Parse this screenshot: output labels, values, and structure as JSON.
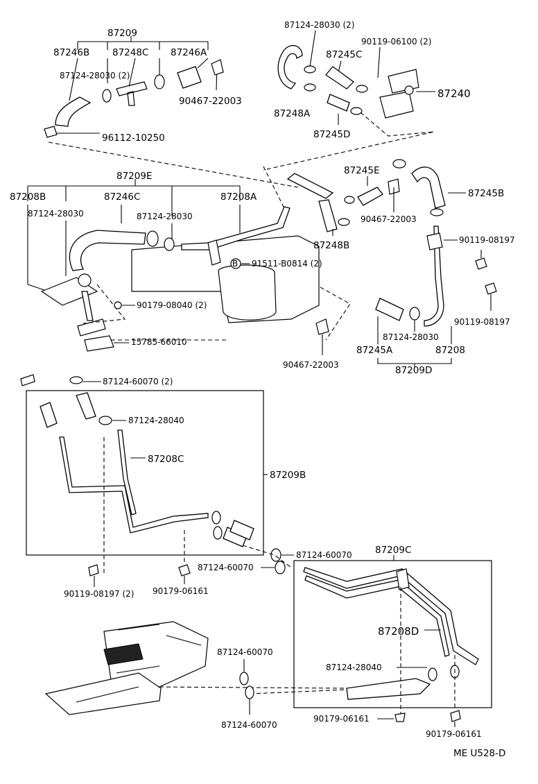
{
  "callouts": {
    "n87209": "87209",
    "n87246B": "87246B",
    "n87248C": "87248C",
    "n87246A": "87246A",
    "n87124_28030_2_a": "87124-28030 (2)",
    "n90467_22003_a": "90467-22003",
    "n96112_10250": "96112-10250",
    "n87124_28030_2_b": "87124-28030 (2)",
    "n90119_06100_2": "90119-06100 (2)",
    "n87245C": "87245C",
    "n87240": "87240",
    "n87248A": "87248A",
    "n87245D": "87245D",
    "n87209E": "87209E",
    "n87208B": "87208B",
    "n87246C": "87246C",
    "n87208A": "87208A",
    "n87124_28030_a": "87124-28030",
    "n87124_28030_b": "87124-28030",
    "n87245E": "87245E",
    "n87245B": "87245B",
    "n90467_22003_b": "90467-22003",
    "n87248B": "87248B",
    "n90119_08197_a": "90119-08197",
    "n91511_B0814_2": "91511-B0814 (2)",
    "b_marker": "B",
    "n90179_08040_2": "90179-08040 (2)",
    "n90119_08197_b": "90119-08197",
    "n15785_66010": "15785-66010",
    "n87124_28030_c": "87124-28030",
    "n87245A": "87245A",
    "n87208": "87208",
    "n87209D": "87209D",
    "n90467_22003_c": "90467-22003",
    "n87124_60070_2": "87124-60070 (2)",
    "n87124_28040_a": "87124-28040",
    "n87208C": "87208C",
    "n87209B": "87209B",
    "n87124_60070_a": "87124-60070",
    "n87124_60070_b": "87124-60070",
    "n87209C": "87209C",
    "n90119_08197_2": "90119-08197 (2)",
    "n90179_06161_a": "90179-06161",
    "n87208D": "87208D",
    "n87124_60070_c": "87124-60070",
    "n87124_28040_b": "87124-28040",
    "n87124_60070_d": "87124-60070",
    "n90179_06161_b": "90179-06161",
    "n90179_06161_c": "90179-06161"
  },
  "figure_id": "ME U528-D"
}
